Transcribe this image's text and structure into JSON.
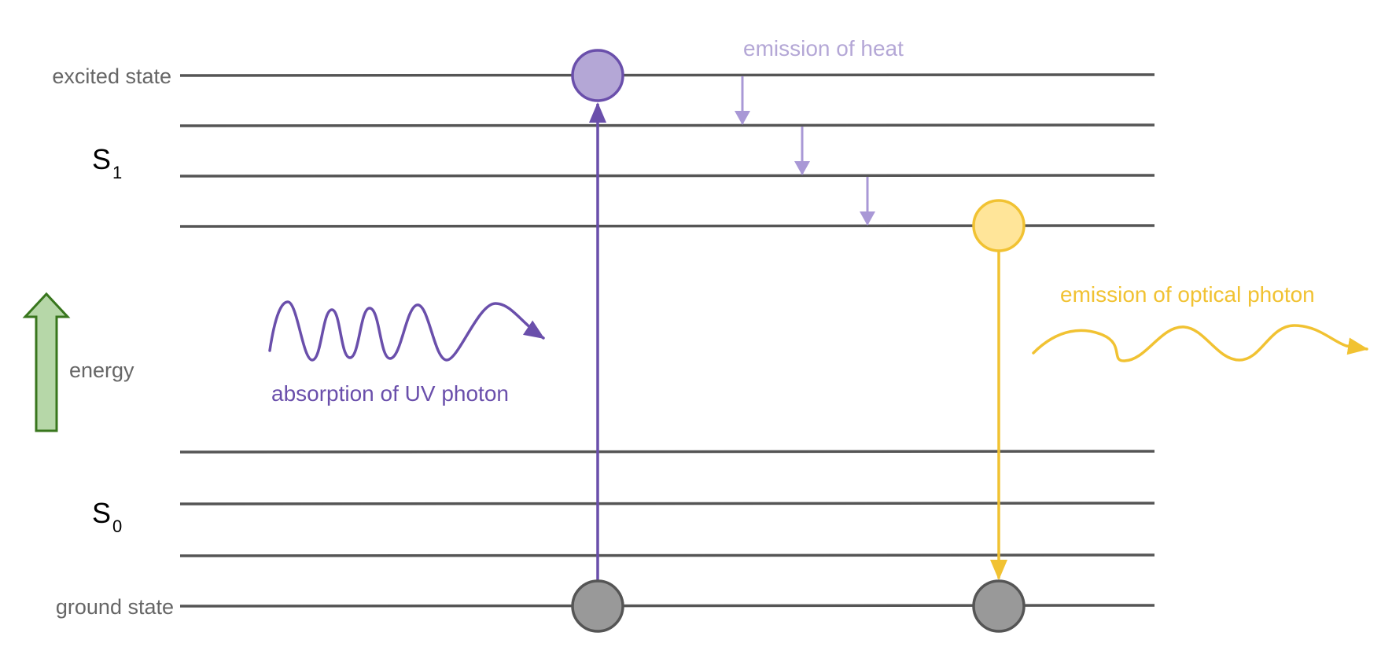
{
  "labels": {
    "excited_state": "excited state",
    "ground_state": "ground state",
    "s1_letter": "S",
    "s1_sub": "1",
    "s0_letter": "S",
    "s0_sub": "0",
    "energy": "energy",
    "absorption": "absorption of UV photon",
    "emission_heat": "emission of heat",
    "emission_optical": "emission of optical photon"
  },
  "colors": {
    "level_line": "#555555",
    "state_label": "#666666",
    "absorption": "#6a4fab",
    "excited_fill": "#b4a7d6",
    "heat": "#a998d6",
    "optical": "#f1c232",
    "optical_fill": "#ffe599",
    "ground_fill": "#999999",
    "energy_arrow_fill": "#b6d7a8",
    "energy_arrow_stroke": "#38761d"
  },
  "icons": {
    "energy": "up-arrow-icon",
    "uv_photon": "wavy-arrow-icon",
    "optical_photon": "wavy-arrow-icon"
  }
}
